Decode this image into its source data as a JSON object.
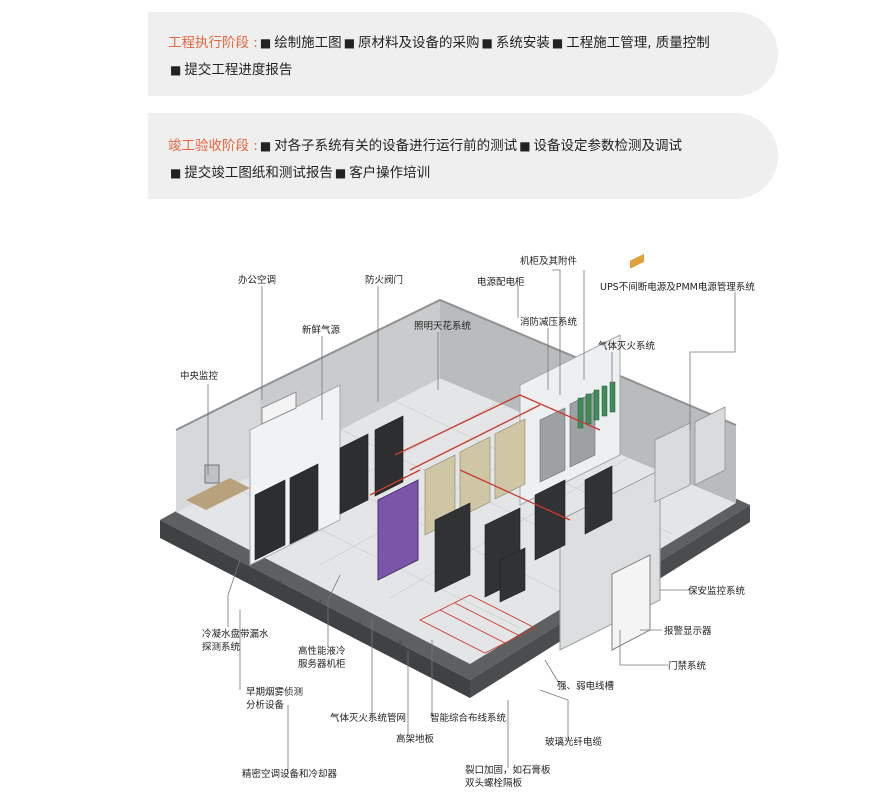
{
  "stages": [
    {
      "title": "工程执行阶段",
      "line1": [
        "绘制施工图",
        "原材料及设备的采购",
        "系统安装",
        "工程施工管理, 质量控制"
      ],
      "line2": [
        "提交工程进度报告"
      ]
    },
    {
      "title": "竣工验收阶段",
      "line1": [
        "对各子系统有关的设备进行运行前的测试",
        "设备设定参数检测及调试"
      ],
      "line2": [
        "提交竣工图纸和测试报告",
        "客户操作培训"
      ]
    }
  ],
  "separator": " :",
  "bullet": "■",
  "diagram_labels": {
    "office_ac": "办公空调",
    "fire_damper": "防火阀门",
    "cabinet_accessories": "机柜及其附件",
    "power_cabinet": "电源配电柜",
    "ups_system": "UPS不间断电源及PMM电源管理系统",
    "fresh_air": "新鲜气源",
    "lighting_ceiling": "照明天花系统",
    "fire_depressurization": "消防减压系统",
    "gas_fire_system": "气体灭火系统",
    "central_monitor": "中央监控",
    "security_monitor": "保安监控系统",
    "condensate_leak_1": "冷凝水盘带漏水",
    "condensate_leak_2": "探测系统",
    "hpc_cabinet_1": "高性能液冷",
    "hpc_cabinet_2": "服务器机柜",
    "alarm_display": "报警显示器",
    "access_control": "门禁系统",
    "smoke_detection_1": "早期烟雾侦测",
    "smoke_detection_2": "分析设备",
    "strong_weak_trough": "强、弱电线槽",
    "gas_fire_pipe": "气体灭火系统管网",
    "smart_cabling": "智能综合布线系统",
    "raised_floor": "高架地板",
    "fiber_cable": "玻璃光纤电缆",
    "precision_ac": "精密空调设备和冷却器",
    "reinforce_1": "裂口加固，如石膏板",
    "reinforce_2": "双头螺栓隔板"
  },
  "colors": {
    "accent": "#e8663c",
    "panel": "#efefef",
    "rack_purple": "#7b55a8"
  }
}
